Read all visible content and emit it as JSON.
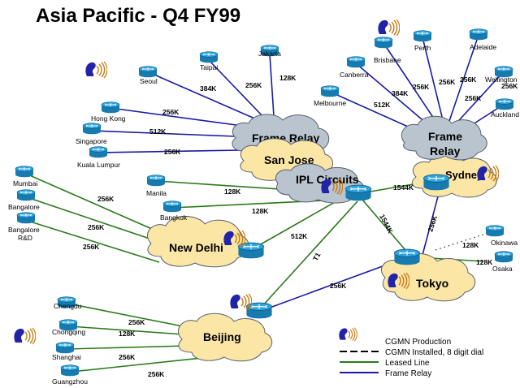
{
  "title": "Asia Pacific - Q4 FY99",
  "clouds": {
    "frame_relay_left": "Frame Relay",
    "san_jose": "San Jose",
    "ipl_circuits": "IPL Circuits",
    "frame_relay_right_1": "Frame",
    "frame_relay_right_2": "Relay",
    "sydney": "Sydney",
    "new_delhi": "New Delhi",
    "tokyo": "Tokyo",
    "beijing": "Beijing"
  },
  "sites": {
    "seoul": "Seoul",
    "taipai": "Taipai",
    "jakarta": "Jakarta",
    "hong_kong": "Hong Kong",
    "singapore": "Singapore",
    "kuala_lumpur": "Kuala Lumpur",
    "canberra": "Canberra",
    "brisbane": "Brisbane",
    "perth": "Perth",
    "adelaide": "Adelaide",
    "wellington": "Wellington",
    "auckland": "Auckland",
    "melbourne": "Melbourne",
    "mumbai": "Mumbai",
    "bangalore": "Bangalore",
    "bangalore_rd_1": "Bangalore",
    "bangalore_rd_2": "R&D",
    "manila": "Manila",
    "bangkok": "Bangkok",
    "okinawa": "Okinawa",
    "osaka": "Osaka",
    "chengdu": "Chengdu",
    "chongqing": "Chongqing",
    "shanghai": "Shanghai",
    "guangzhou": "Guangzhou"
  },
  "speeds": {
    "seoul": "384K",
    "taipai": "256K",
    "jakarta": "128K",
    "hong_kong": "256K",
    "singapore": "512K",
    "kuala_lumpur": "256K",
    "canberra": "384K",
    "brisbane": "256K",
    "perth": "256K",
    "adelaide": "256K",
    "wellington": "256K",
    "auckland": "256K",
    "melbourne": "512K",
    "mumbai": "256K",
    "bangalore": "256K",
    "bangalore_rd": "256K",
    "manila": "128K",
    "bangkok": "128K",
    "new_delhi": "512K",
    "sydney": "1544K",
    "tokyo_hub": "1544K",
    "sydney_tokyo": "256K",
    "okinawa": "128K",
    "osaka": "128K",
    "beijing_ipl": "T1",
    "beijing_tokyo": "256K",
    "chengdu": "256K",
    "chongqing": "128K",
    "shanghai": "256K",
    "guangzhou": "256K"
  },
  "legend": {
    "production": "CGMN Production",
    "installed": "CGMN Installed, 8 digit dial",
    "leased": "Leased Line",
    "frame_relay": "Frame Relay"
  },
  "colors": {
    "frame_relay_line": "#1a1aa6",
    "leased_line": "#2a7a1a",
    "router_fill": "#1f8fc9",
    "cloud_grey": "#b9c4cf",
    "cloud_yellow": "#fbe6a6",
    "phone_icon": "#2020a0"
  }
}
